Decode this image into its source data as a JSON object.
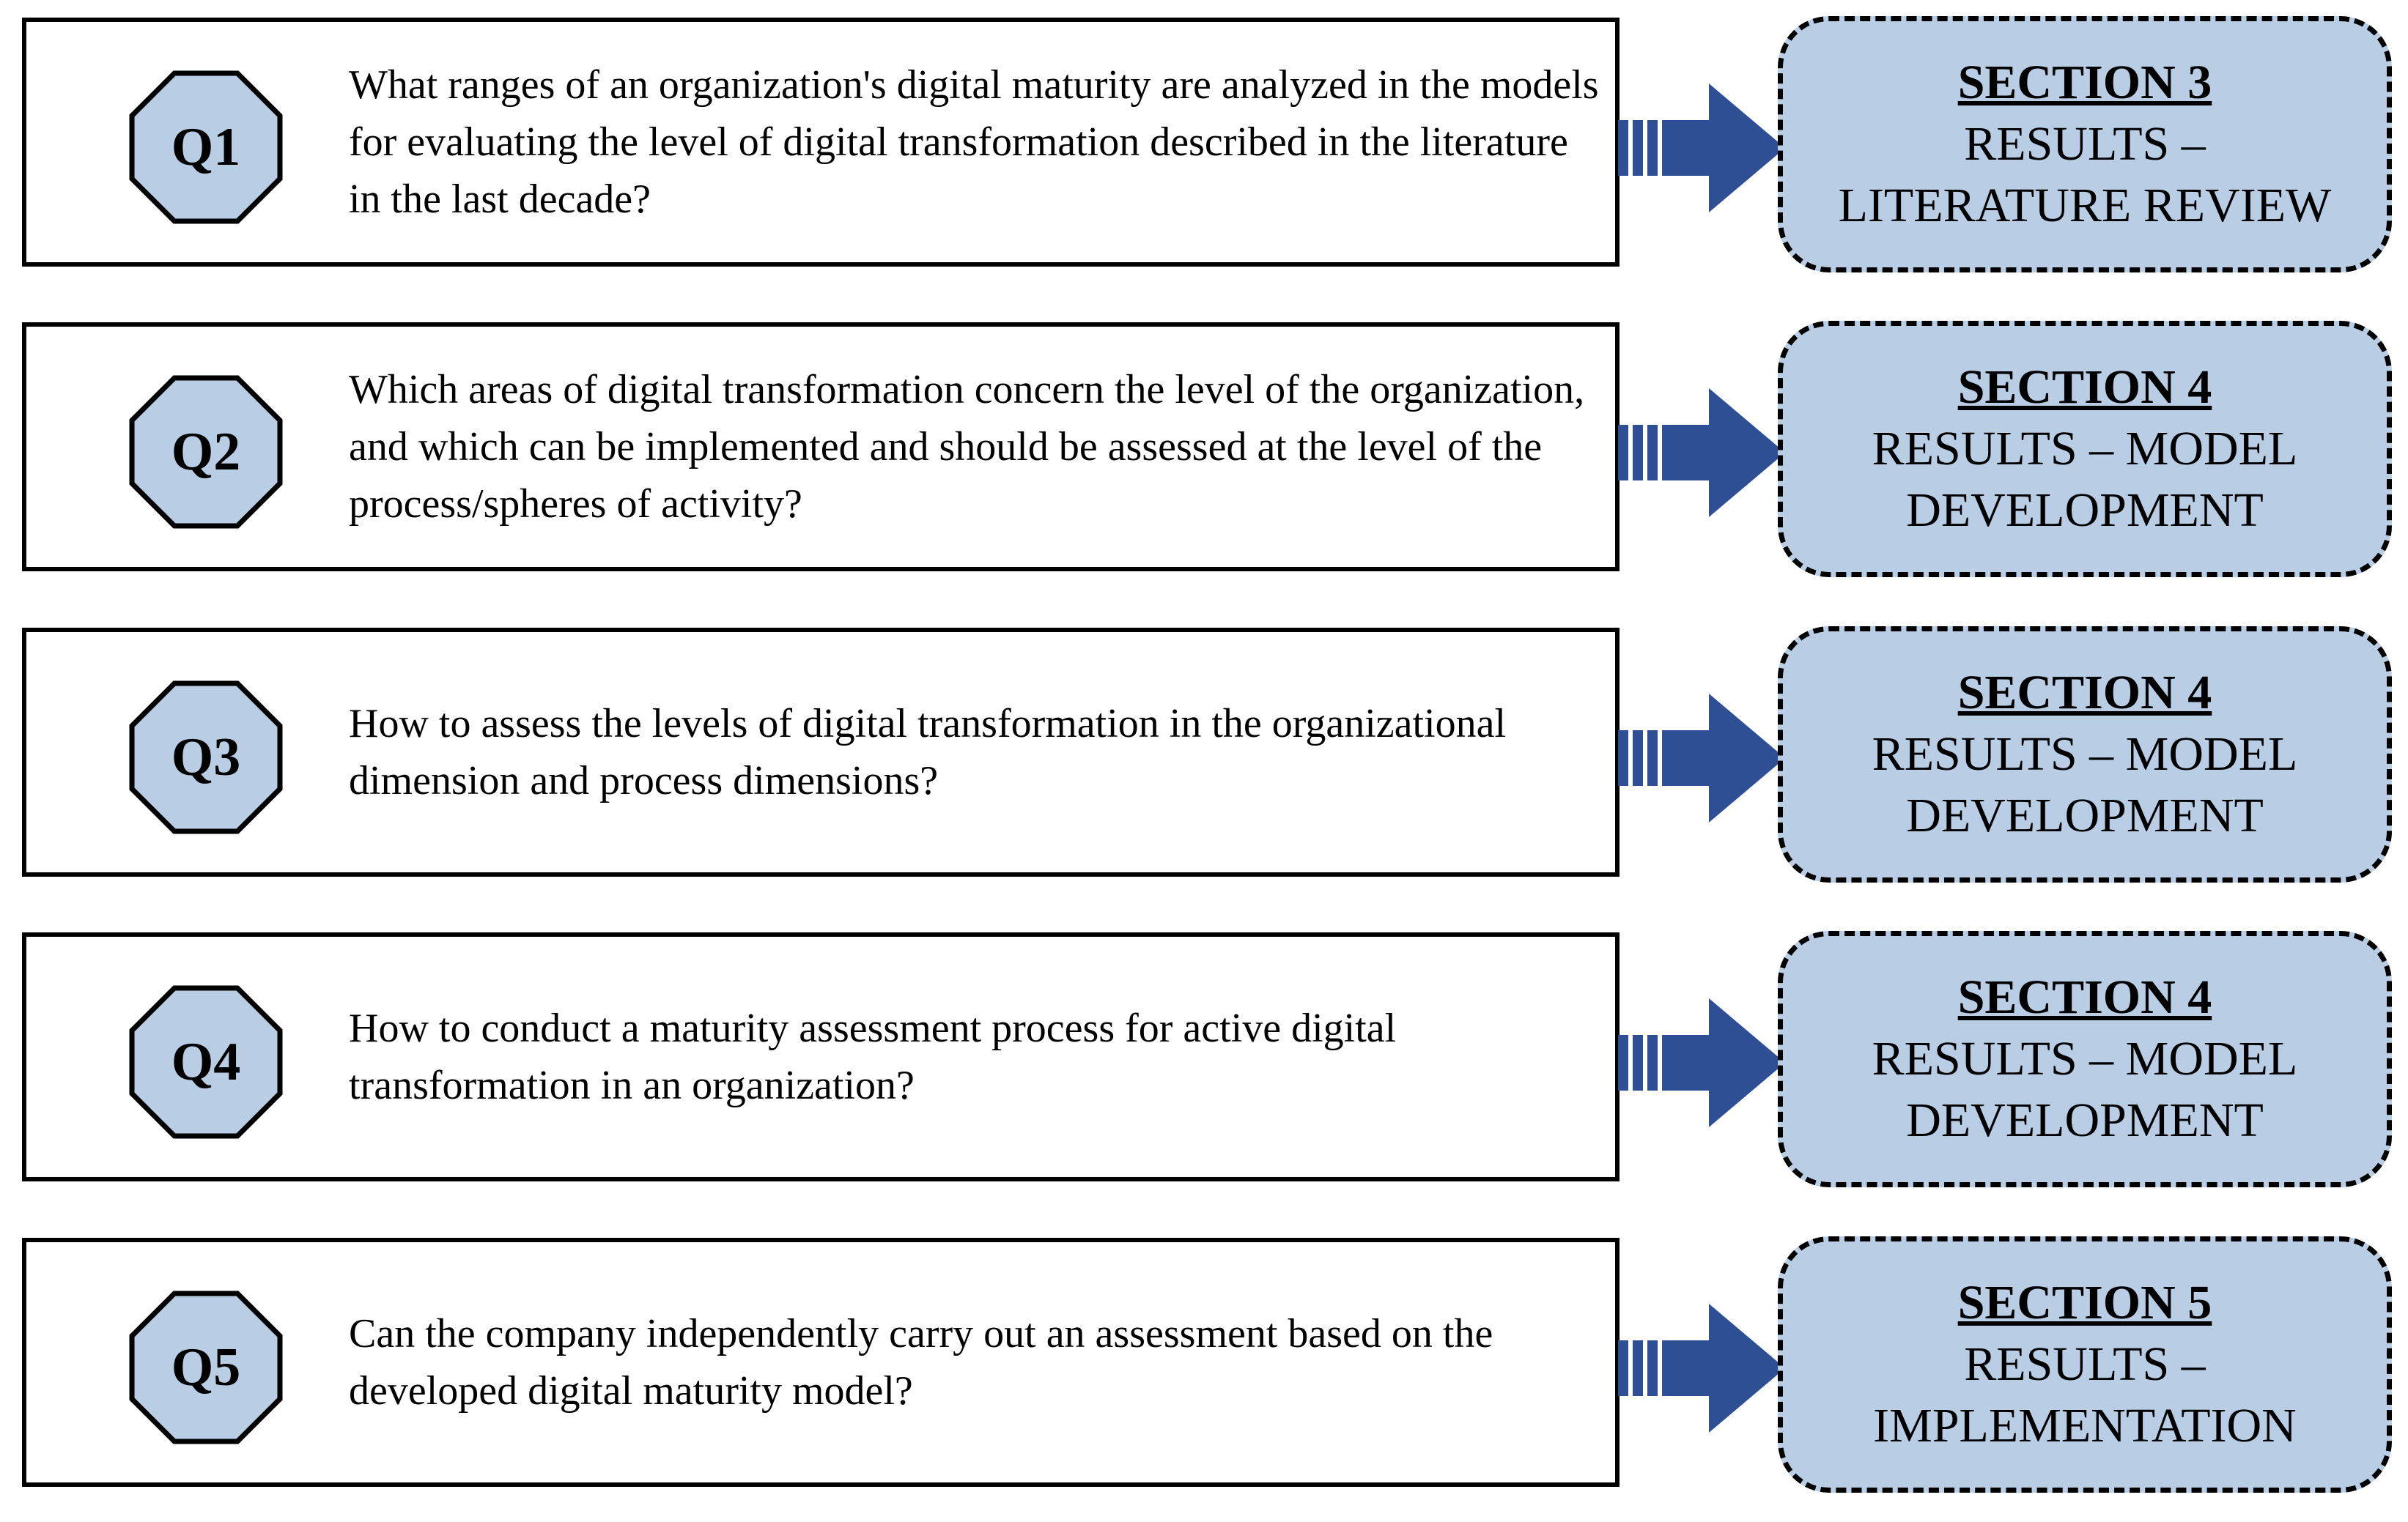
{
  "colors": {
    "octagon_fill": "#b9cde5",
    "section_fill": "#b9cde5",
    "arrow_fill": "#2e4f94",
    "border": "#000000"
  },
  "rows": [
    {
      "q_label": "Q1",
      "question": "What ranges of an organization's digital maturity are analyzed in the models for evaluating the level of digital transformation described in the literature in the last decade?",
      "section_title": "SECTION 3",
      "section_line1": "RESULTS –",
      "section_line2": "LITERATURE REVIEW"
    },
    {
      "q_label": "Q2",
      "question": "Which areas of digital transformation concern the level of the organization, and which can be implemented and should be assessed at the level of the process/spheres of activity?",
      "section_title": "SECTION 4",
      "section_line1": "RESULTS – MODEL",
      "section_line2": "DEVELOPMENT"
    },
    {
      "q_label": "Q3",
      "question": "How to assess the levels of digital transformation in the organizational dimension and process dimensions?",
      "section_title": "SECTION 4",
      "section_line1": "RESULTS – MODEL",
      "section_line2": "DEVELOPMENT"
    },
    {
      "q_label": "Q4",
      "question": "How to conduct a maturity assessment process for active digital transformation in an organization?",
      "section_title": "SECTION 4",
      "section_line1": "RESULTS – MODEL",
      "section_line2": "DEVELOPMENT"
    },
    {
      "q_label": "Q5",
      "question": "Can the company independently carry out an assessment based on the developed digital maturity model?",
      "section_title": "SECTION 5",
      "section_line1": "RESULTS –",
      "section_line2": "IMPLEMENTATION"
    }
  ]
}
